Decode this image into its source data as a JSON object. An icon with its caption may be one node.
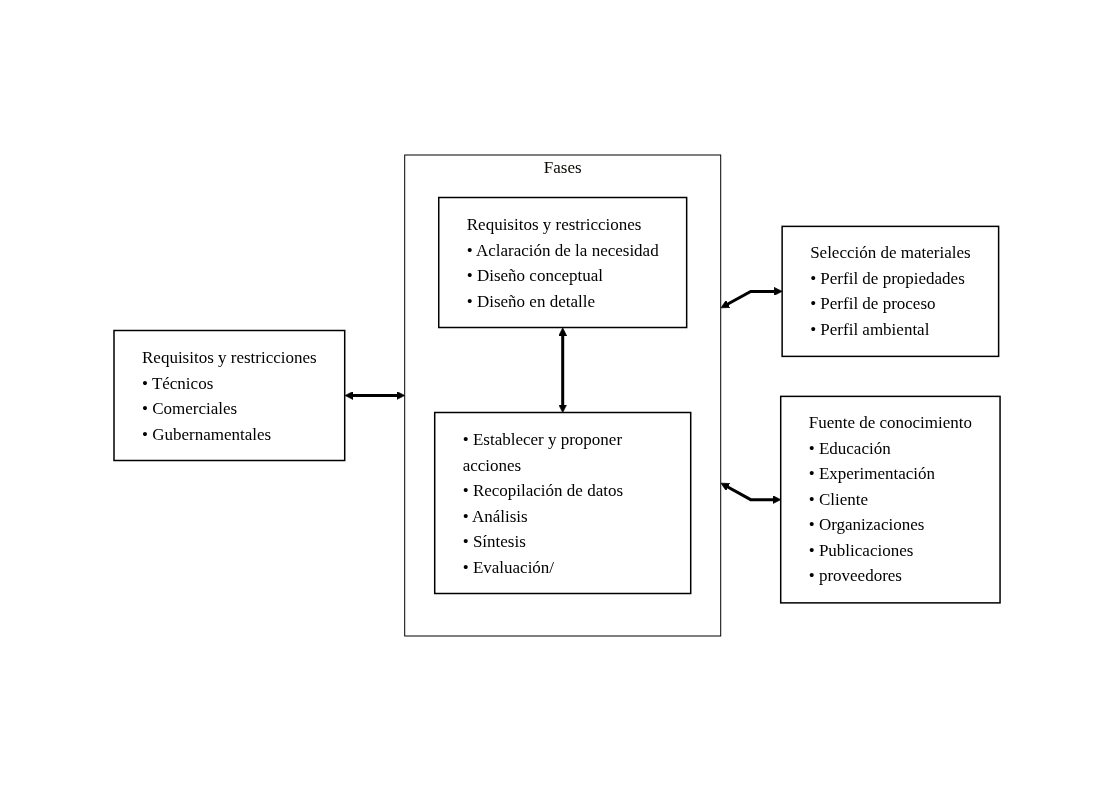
{
  "diagram": {
    "nodes": [
      {
        "text": [
          "Fases"
        ]
      },
      {
        "text": [
          "Requisitos y restricciones",
          "• Aclaración de la necesidad",
          "• Diseño conceptual",
          "• Diseño en detalle"
        ],
        "in": 0
      },
      {
        "text": [
          "• Establecer y proponer acciones",
          "• Recopilación de datos",
          "• Análisis",
          "• Síntesis",
          "• Evaluación/"
        ],
        "in": 0
      },
      {
        "text": [
          "Requisitos y restricciones",
          "• Técnicos",
          "• Comerciales",
          "• Gubernamentales"
        ]
      },
      {
        "text": [
          "Selección de materiales",
          "• Perfil de propiedades",
          "• Perfil de proceso",
          "• Perfil ambiental"
        ]
      },
      {
        "text": [
          "Fuente de conocimiento",
          "• Educación",
          "• Experimentación",
          "• Cliente",
          "• Organizaciones",
          "• Publicaciones",
          "• proveedores"
        ]
      }
    ],
    "edges": [
      {
        "from": 3,
        "to": 0,
        "arrow": "both"
      },
      {
        "from": 1,
        "to": 2,
        "arrow": "both"
      },
      {
        "from": 0,
        "to": 4,
        "arrow": "both"
      },
      {
        "from": 0,
        "to": 5,
        "arrow": "both"
      }
    ]
  }
}
